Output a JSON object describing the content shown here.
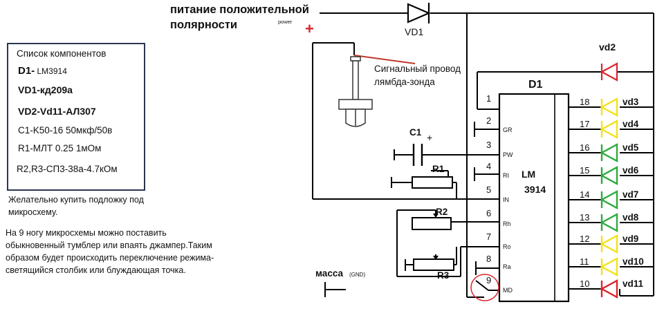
{
  "header": {
    "power_line1": "питание положительной",
    "power_line2": "полярности",
    "power_en": "power",
    "plus": "+"
  },
  "components": {
    "title": "Список компонентов",
    "d1_name": "D1-",
    "d1_part": " LM3914",
    "vd1": "VD1-кд209а",
    "vd2": "VD2-Vd11-АЛ307",
    "c1": "C1-K50-16 50мкф/50в",
    "r1": "R1-МЛТ 0.25 1мОм",
    "r23": "R2,R3-СП3-38а-4.7кОм"
  },
  "notes": {
    "socket_1": "Желательно купить подложку под",
    "socket_2": "микросхему.",
    "pin9_1": "На 9 ногу микросхемы можно поставить",
    "pin9_2": "обыкновенный тумблер или впаять джампер.Таким",
    "pin9_3": "образом будет происходить переключение режима-",
    "pin9_4": "светящийся столбик или  блуждающая точка."
  },
  "labels": {
    "vd1": "VD1",
    "vd2": "vd2",
    "d1": "D1",
    "signal_1": "Сигнальный провод",
    "signal_2": "лямбда-зонда",
    "c1": "C1",
    "c1_plus": "+",
    "r1": "R1",
    "r2": "R2",
    "r3": "R3",
    "ic_1": "LM",
    "ic_2": "3914",
    "ground": "масса",
    "ground_en": "(GND)"
  },
  "left_pins": [
    {
      "num": "1",
      "name": ""
    },
    {
      "num": "2",
      "name": "GR"
    },
    {
      "num": "3",
      "name": "PW"
    },
    {
      "num": "4",
      "name": "RI"
    },
    {
      "num": "5",
      "name": "IN"
    },
    {
      "num": "6",
      "name": "Rh"
    },
    {
      "num": "7",
      "name": "Ro"
    },
    {
      "num": "8",
      "name": "Ra"
    },
    {
      "num": "9",
      "name": "MD"
    }
  ],
  "right_pins": [
    {
      "num": "18",
      "led": "vd3",
      "color": "#f2e21a"
    },
    {
      "num": "17",
      "led": "vd4",
      "color": "#f2e21a"
    },
    {
      "num": "16",
      "led": "vd5",
      "color": "#2eaa3e"
    },
    {
      "num": "15",
      "led": "vd6",
      "color": "#2eaa3e"
    },
    {
      "num": "14",
      "led": "vd7",
      "color": "#2eaa3e"
    },
    {
      "num": "13",
      "led": "vd8",
      "color": "#2eaa3e"
    },
    {
      "num": "12",
      "led": "vd9",
      "color": "#f2e21a"
    },
    {
      "num": "11",
      "led": "vd10",
      "color": "#f2e21a"
    },
    {
      "num": "10",
      "led": "vd11",
      "color": "#d8252b"
    }
  ],
  "colors": {
    "wire": "#000000",
    "power_plus": "#d8252b",
    "vd2": "#d8252b",
    "probe_lead": "#c0392b",
    "pin9_circle": "#d8252b"
  }
}
